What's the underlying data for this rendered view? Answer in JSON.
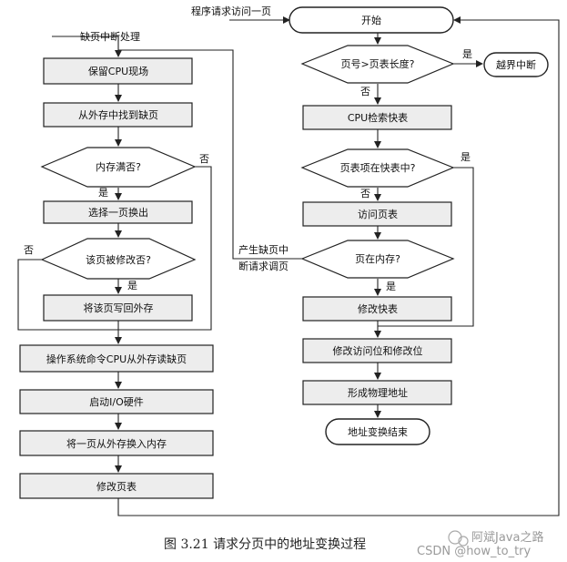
{
  "flow": {
    "request_label": "程序请求访问一页",
    "start": "开始",
    "fault_title": "缺页中断处理",
    "left": {
      "save_cpu": "保留CPU现场",
      "find_page": "从外存中找到缺页",
      "mem_full_q": "内存满否?",
      "mem_full_no": "否",
      "mem_full_yes": "是",
      "select_swap": "选择一页换出",
      "modified_q": "该页被修改否?",
      "modified_no": "否",
      "modified_yes": "是",
      "write_back": "将该页写回外存",
      "os_read": "操作系统命令CPU从外存读缺页",
      "start_io": "启动I/O硬件",
      "swap_in": "将一页从外存换入内存",
      "update_table": "修改页表"
    },
    "right": {
      "page_len_q": "页号>页表长度?",
      "page_len_yes": "是",
      "page_len_no": "否",
      "out_of_bounds": "越界中断",
      "search_tlb": "CPU检索快表",
      "in_tlb_q": "页表项在快表中?",
      "in_tlb_yes": "是",
      "in_tlb_no": "否",
      "access_table": "访问页表",
      "in_mem_q": "页在内存?",
      "in_mem_yes": "是",
      "update_tlb": "修改快表",
      "update_bits": "修改访问位和修改位",
      "form_addr": "形成物理地址",
      "end": "地址变换结束"
    },
    "fault_note_1": "产生缺页中",
    "fault_note_2": "断请求调页"
  },
  "caption": "图 3.21   请求分页中的地址变换过程",
  "watermark": {
    "wechat": "阿斌Java之路",
    "csdn": "CSDN @how_to_try"
  }
}
